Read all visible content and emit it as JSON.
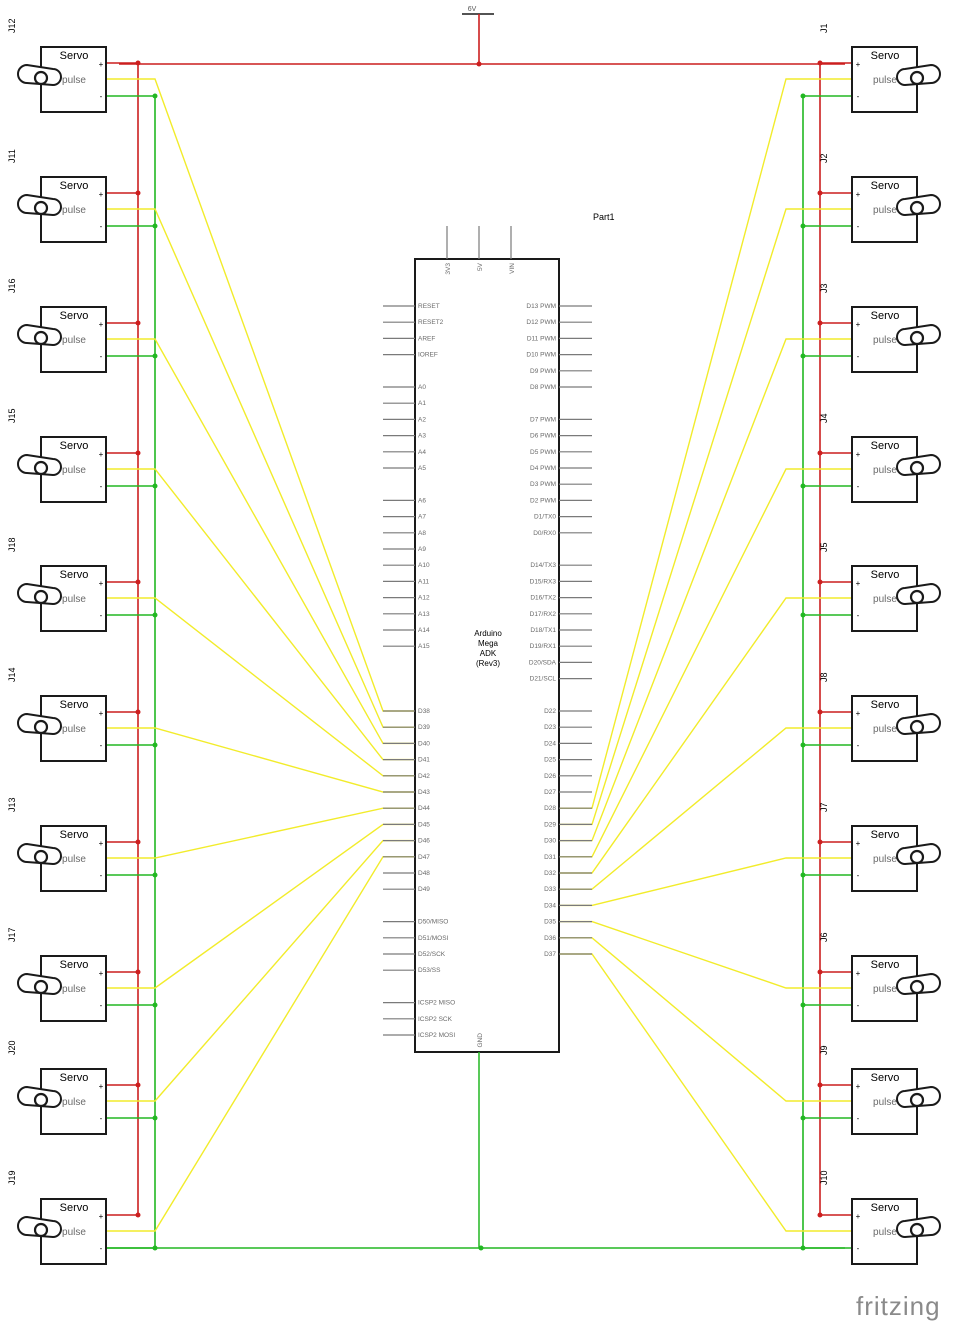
{
  "power": {
    "label": "6V"
  },
  "board": {
    "ref": "Part1",
    "name_lines": [
      "Arduino",
      "Mega",
      "ADK",
      "(Rev3)"
    ],
    "top_pins": [
      "3V3",
      "5V",
      "VIN"
    ],
    "bottom_pin": "GND",
    "left_pins": [
      "RESET",
      "RESET2",
      "AREF",
      "IOREF",
      "",
      "A0",
      "A1",
      "A2",
      "A3",
      "A4",
      "A5",
      "",
      "A6",
      "A7",
      "A8",
      "A9",
      "A10",
      "A11",
      "A12",
      "A13",
      "A14",
      "A15",
      "",
      "",
      "",
      "D38",
      "D39",
      "D40",
      "D41",
      "D42",
      "D43",
      "D44",
      "D45",
      "D46",
      "D47",
      "D48",
      "D49",
      "",
      "D50/MISO",
      "D51/MOSI",
      "D52/SCK",
      "D53/SS",
      "",
      "ICSP2 MISO",
      "ICSP2 SCK",
      "ICSP2 MOSI"
    ],
    "right_pins": [
      "D13 PWM",
      "D12 PWM",
      "D11 PWM",
      "D10 PWM",
      "D9 PWM",
      "D8 PWM",
      "",
      "D7 PWM",
      "D6 PWM",
      "D5 PWM",
      "D4 PWM",
      "D3 PWM",
      "D2 PWM",
      "D1/TX0",
      "D0/RX0",
      "",
      "D14/TX3",
      "D15/RX3",
      "D16/TX2",
      "D17/RX2",
      "D18/TX1",
      "D19/RX1",
      "D20/SDA",
      "D21/SCL",
      "",
      "D22",
      "D23",
      "D24",
      "D25",
      "D26",
      "D27",
      "D28",
      "D29",
      "D30",
      "D31",
      "D32",
      "D33",
      "D34",
      "D35",
      "D36",
      "D37"
    ]
  },
  "servo_text": {
    "title": "Servo",
    "pulse": "pulse",
    "plus": "+",
    "minus": "-"
  },
  "servos_left": [
    {
      "ref": "J12",
      "pin": "D38"
    },
    {
      "ref": "J11",
      "pin": "D39"
    },
    {
      "ref": "J16",
      "pin": "D40"
    },
    {
      "ref": "J15",
      "pin": "D41"
    },
    {
      "ref": "J18",
      "pin": "D42"
    },
    {
      "ref": "J14",
      "pin": "D43"
    },
    {
      "ref": "J13",
      "pin": "D44"
    },
    {
      "ref": "J17",
      "pin": "D45"
    },
    {
      "ref": "J20",
      "pin": "D46"
    },
    {
      "ref": "J19",
      "pin": "D47"
    }
  ],
  "servos_right": [
    {
      "ref": "J1",
      "pin": "D28"
    },
    {
      "ref": "J2",
      "pin": "D29"
    },
    {
      "ref": "J3",
      "pin": "D30"
    },
    {
      "ref": "J4",
      "pin": "D31"
    },
    {
      "ref": "J5",
      "pin": "D32"
    },
    {
      "ref": "J8",
      "pin": "D33"
    },
    {
      "ref": "J7",
      "pin": "D34"
    },
    {
      "ref": "J6",
      "pin": "D35"
    },
    {
      "ref": "J9",
      "pin": "D36"
    },
    {
      "ref": "J10",
      "pin": "D37"
    }
  ],
  "colors": {
    "power_wire": "#cc1f1f",
    "ground_wire": "#22b722",
    "signal_wire": "#f2ec2b",
    "outline": "#1a1a1a",
    "pin_line": "#7a7a7a"
  },
  "watermark": "fritzing"
}
